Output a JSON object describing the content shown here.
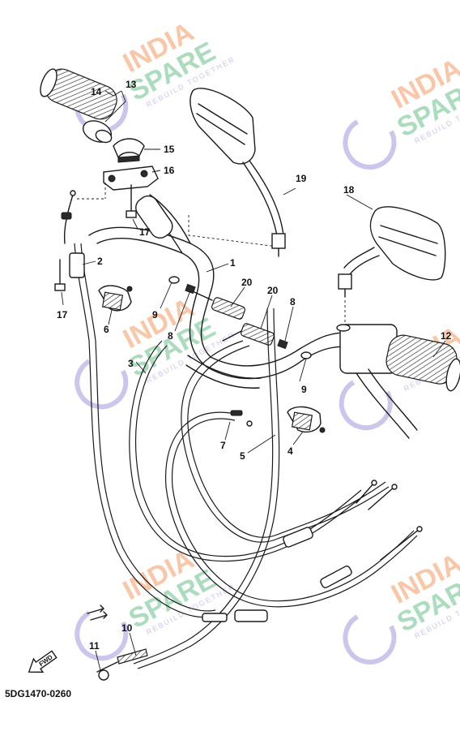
{
  "diagram_code": "5DG1470-0260",
  "fwd_label": "FWD",
  "watermark": {
    "brand_top": "INDIA",
    "brand_bottom": "SPARE",
    "tagline": "REBUILD TOGETHER",
    "color_orange": "#f7b48a",
    "color_green": "#8fd0a8",
    "color_purple": "#b9b3e6"
  },
  "callouts": {
    "c1": "1",
    "c2": "2",
    "c3": "3",
    "c4": "4",
    "c5": "5",
    "c6": "6",
    "c7": "7",
    "c8a": "8",
    "c8b": "8",
    "c9a": "9",
    "c9b": "9",
    "c10": "10",
    "c11": "11",
    "c12": "12",
    "c13": "13",
    "c14": "14",
    "c15": "15",
    "c16": "16",
    "c17a": "17",
    "c17b": "17",
    "c18": "18",
    "c19": "19",
    "c20a": "20",
    "c20b": "20"
  }
}
